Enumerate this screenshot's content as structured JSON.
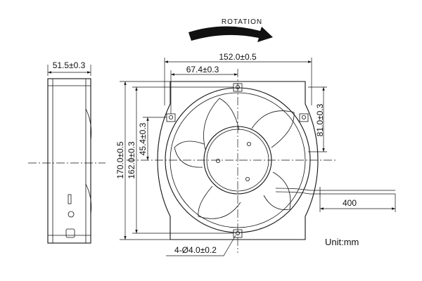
{
  "rotation": {
    "label": "ROTATION"
  },
  "dimensions": {
    "depth": "51.5±0.3",
    "width": "152.0±0.5",
    "half_width": "67.4±0.3",
    "height": "170.0±0.5",
    "mount_height": "162.0±0.3",
    "hole_offset": "45.4±0.3",
    "hole_spacing": "81.0±0.3",
    "lead_length": "400",
    "holes": "4-Ø4.0±0.2"
  },
  "unit": "Unit:mm"
}
